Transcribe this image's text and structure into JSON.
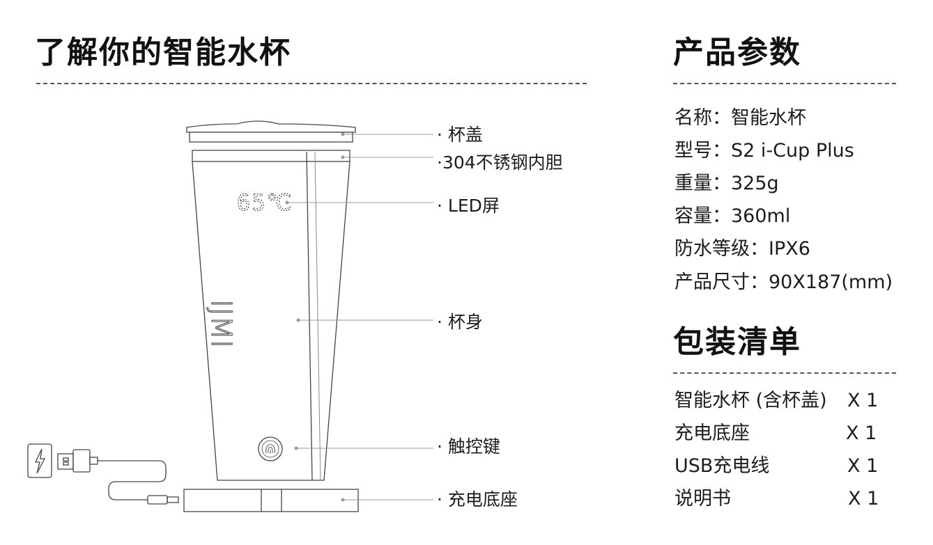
{
  "left": {
    "title": "了解你的智能水杯",
    "callouts": {
      "lid": "· 杯盖",
      "liner": "·304不锈钢内胆",
      "led": "· LED屏",
      "body": "· 杯身",
      "touch": "· 触控键",
      "base": "· 充电底座"
    },
    "led_reading": "65℃",
    "brand_mark": "IJMI"
  },
  "params": {
    "title": "产品参数",
    "items": [
      "名称：智能水杯",
      "型号：S2 i-Cup Plus",
      "重量：325g",
      "容量：360ml",
      "防水等级：IPX6",
      "产品尺寸：90X187(mm)"
    ]
  },
  "package": {
    "title": "包装清单",
    "items": [
      {
        "name": "智能水杯 (含杯盖)",
        "qty": "X 1"
      },
      {
        "name": "充电底座",
        "qty": "X 1"
      },
      {
        "name": "USB充电线",
        "qty": "X 1"
      },
      {
        "name": "说明书",
        "qty": "X 1"
      }
    ]
  },
  "colors": {
    "line": "#555555",
    "text": "#1c1c1c",
    "leader": "#9a9a9a"
  }
}
